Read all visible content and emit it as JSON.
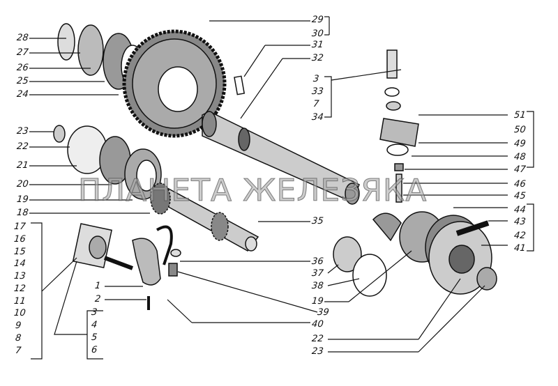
{
  "watermark": "ПЛАНЕТА ЖЕЛЕЗЯКА",
  "labels": {
    "l28": "28",
    "l27": "27",
    "l26": "26",
    "l25": "25",
    "l24": "24",
    "l23": "23",
    "l22": "22",
    "l21": "21",
    "l20": "20",
    "l19": "19",
    "l18": "18",
    "l17": "17",
    "l16": "16",
    "l15": "15",
    "l14": "14",
    "l13": "13",
    "l12": "12",
    "l11": "11",
    "l10": "10",
    "l9": "9",
    "l8": "8",
    "l7": "7",
    "m1": "1",
    "m2": "2",
    "m3": "3",
    "m4": "4",
    "m5": "5",
    "m6": "6",
    "t29": "29",
    "t30": "30",
    "t31": "31",
    "t32": "32",
    "t3": "3",
    "t33": "33",
    "t7": "7",
    "t34": "34",
    "r51": "51",
    "r50": "50",
    "r49": "49",
    "r48": "48",
    "r47": "47",
    "r46": "46",
    "r45": "45",
    "r44": "44",
    "r43": "43",
    "r42": "42",
    "r41": "41",
    "c35": "35",
    "c36": "36",
    "c37": "37",
    "c38": "38",
    "c19": "19",
    "c39": "39",
    "c40": "40",
    "c22": "22",
    "c23": "23"
  }
}
